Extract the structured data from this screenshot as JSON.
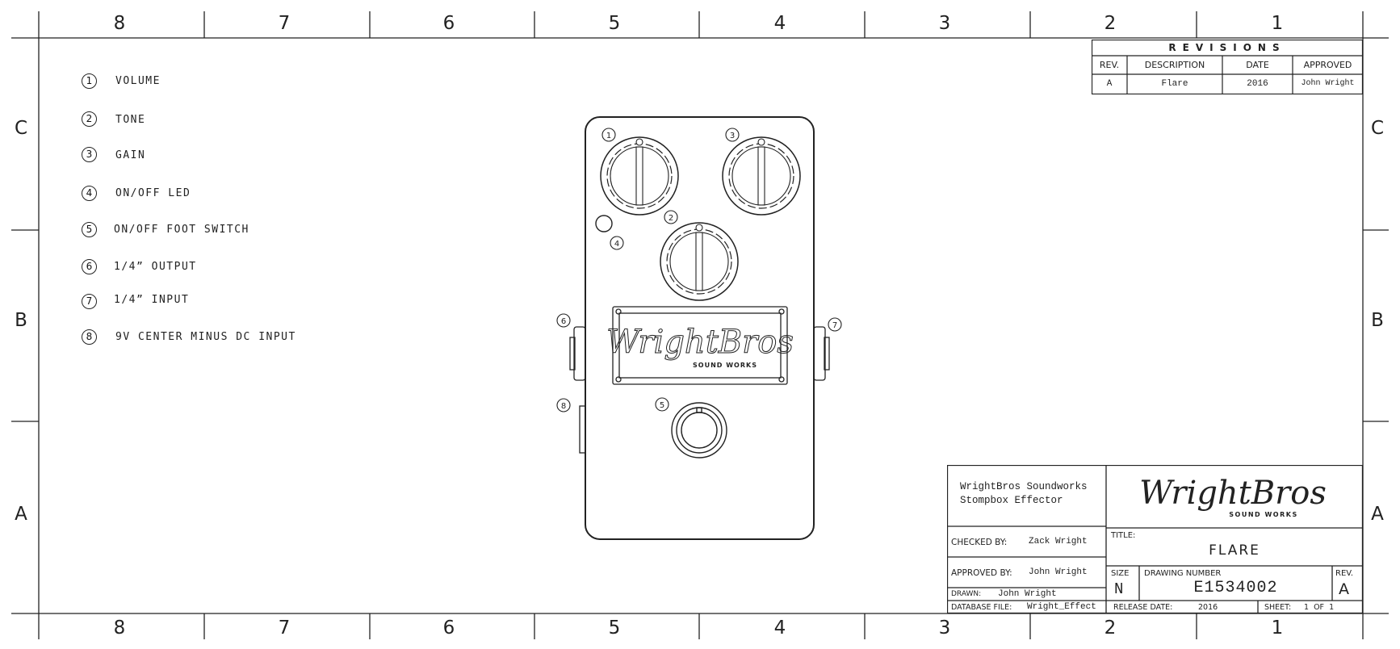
{
  "zones": {
    "columns": [
      "8",
      "7",
      "6",
      "5",
      "4",
      "3",
      "2",
      "1"
    ],
    "rows": [
      "C",
      "B",
      "A"
    ]
  },
  "legend": [
    {
      "num": "1",
      "label": "VOLUME"
    },
    {
      "num": "2",
      "label": "TONE"
    },
    {
      "num": "3",
      "label": "GAIN"
    },
    {
      "num": "4",
      "label": "ON/OFF LED"
    },
    {
      "num": "5",
      "label": "ON/OFF FOOT SWITCH"
    },
    {
      "num": "6",
      "label": "1/4” OUTPUT"
    },
    {
      "num": "7",
      "label": "1/4” INPUT"
    },
    {
      "num": "8",
      "label": "9V CENTER MINUS DC INPUT"
    }
  ],
  "pedal": {
    "callouts": [
      "1",
      "2",
      "3",
      "4",
      "5",
      "6",
      "7",
      "8"
    ],
    "brand_script": "WrightBros",
    "brand_sub": "SOUND WORKS"
  },
  "revisions": {
    "title": "REVISIONS",
    "headers": [
      "REV.",
      "DESCRIPTION",
      "DATE",
      "APPROVED"
    ],
    "row": [
      "A",
      "Flare",
      "2016",
      "John Wright"
    ]
  },
  "title_block": {
    "company_line1": "WrightBros Soundworks",
    "company_line2": "Stompbox Effector",
    "logo_script": "WrightBros",
    "logo_sub": "SOUND WORKS",
    "checked_by_label": "CHECKED BY:",
    "checked_by": "Zack Wright",
    "approved_by_label": "APPROVED BY:",
    "approved_by": "John Wright",
    "drawn_label": "DRAWN:",
    "drawn": "John Wright",
    "database_label": "DATABASE FILE:",
    "database": "Wright_Effect",
    "title_label": "TITLE:",
    "title": "FLARE",
    "size_label": "SIZE",
    "size": "N",
    "drawing_number_label": "DRAWING NUMBER",
    "drawing_number": "E1534002",
    "rev_label": "REV.",
    "rev": "A",
    "release_label": "RELEASE DATE:",
    "release": "2016",
    "sheet_label": "SHEET:",
    "sheet": "1  OF  1"
  }
}
